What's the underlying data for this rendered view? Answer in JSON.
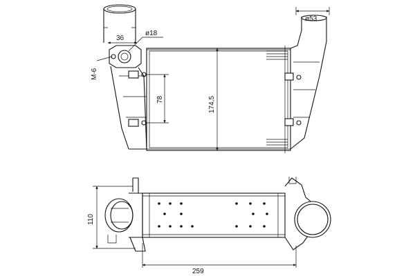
{
  "drawing": {
    "dimensions": {
      "outlet_diameter": "ø53",
      "flange_offset": "36",
      "bolt_hole": "ø18",
      "thread": "M-6",
      "mount_spacing": "78",
      "core_height": "174,5",
      "depth": "110",
      "overall_width": "259"
    }
  }
}
